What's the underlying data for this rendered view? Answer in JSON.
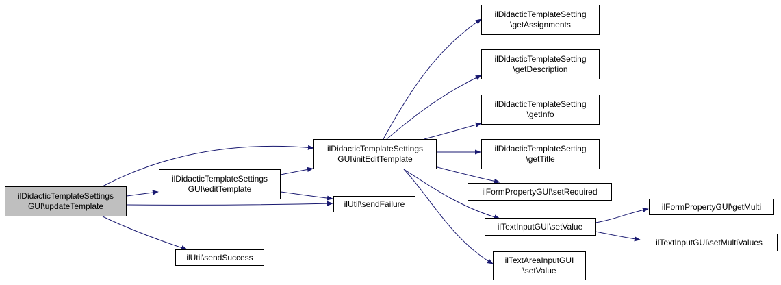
{
  "colors": {
    "edge": "#191970",
    "root_fill": "#bfbfbf",
    "node_fill": "#ffffff",
    "border": "#000000"
  },
  "nodes": [
    {
      "id": "updateTemplate",
      "lines": [
        "ilDidacticTemplateSettings",
        "GUI\\updateTemplate"
      ],
      "root": true
    },
    {
      "id": "editTemplate",
      "lines": [
        "ilDidacticTemplateSettings",
        "GUI\\editTemplate"
      ]
    },
    {
      "id": "initEditTemplate",
      "lines": [
        "ilDidacticTemplateSettings",
        "GUI\\initEditTemplate"
      ]
    },
    {
      "id": "sendFailure",
      "lines": [
        "ilUtil\\sendFailure"
      ]
    },
    {
      "id": "sendSuccess",
      "lines": [
        "ilUtil\\sendSuccess"
      ]
    },
    {
      "id": "getAssignments",
      "lines": [
        "ilDidacticTemplateSetting",
        "\\getAssignments"
      ]
    },
    {
      "id": "getDescription",
      "lines": [
        "ilDidacticTemplateSetting",
        "\\getDescription"
      ]
    },
    {
      "id": "getInfo",
      "lines": [
        "ilDidacticTemplateSetting",
        "\\getInfo"
      ]
    },
    {
      "id": "getTitle",
      "lines": [
        "ilDidacticTemplateSetting",
        "\\getTitle"
      ]
    },
    {
      "id": "setRequired",
      "lines": [
        "ilFormPropertyGUI\\setRequired"
      ]
    },
    {
      "id": "textSetValue",
      "lines": [
        "ilTextInputGUI\\setValue"
      ]
    },
    {
      "id": "areaSetValue",
      "lines": [
        "ilTextAreaInputGUI",
        "\\setValue"
      ]
    },
    {
      "id": "getMulti",
      "lines": [
        "ilFormPropertyGUI\\getMulti"
      ]
    },
    {
      "id": "setMultiValues",
      "lines": [
        "ilTextInputGUI\\setMultiValues"
      ]
    }
  ],
  "edges": [
    {
      "from": "updateTemplate",
      "to": "editTemplate"
    },
    {
      "from": "updateTemplate",
      "to": "initEditTemplate"
    },
    {
      "from": "updateTemplate",
      "to": "sendFailure"
    },
    {
      "from": "updateTemplate",
      "to": "sendSuccess"
    },
    {
      "from": "editTemplate",
      "to": "initEditTemplate"
    },
    {
      "from": "editTemplate",
      "to": "sendFailure"
    },
    {
      "from": "initEditTemplate",
      "to": "getAssignments"
    },
    {
      "from": "initEditTemplate",
      "to": "getDescription"
    },
    {
      "from": "initEditTemplate",
      "to": "getInfo"
    },
    {
      "from": "initEditTemplate",
      "to": "getTitle"
    },
    {
      "from": "initEditTemplate",
      "to": "setRequired"
    },
    {
      "from": "initEditTemplate",
      "to": "textSetValue"
    },
    {
      "from": "initEditTemplate",
      "to": "areaSetValue"
    },
    {
      "from": "textSetValue",
      "to": "getMulti"
    },
    {
      "from": "textSetValue",
      "to": "setMultiValues"
    }
  ]
}
